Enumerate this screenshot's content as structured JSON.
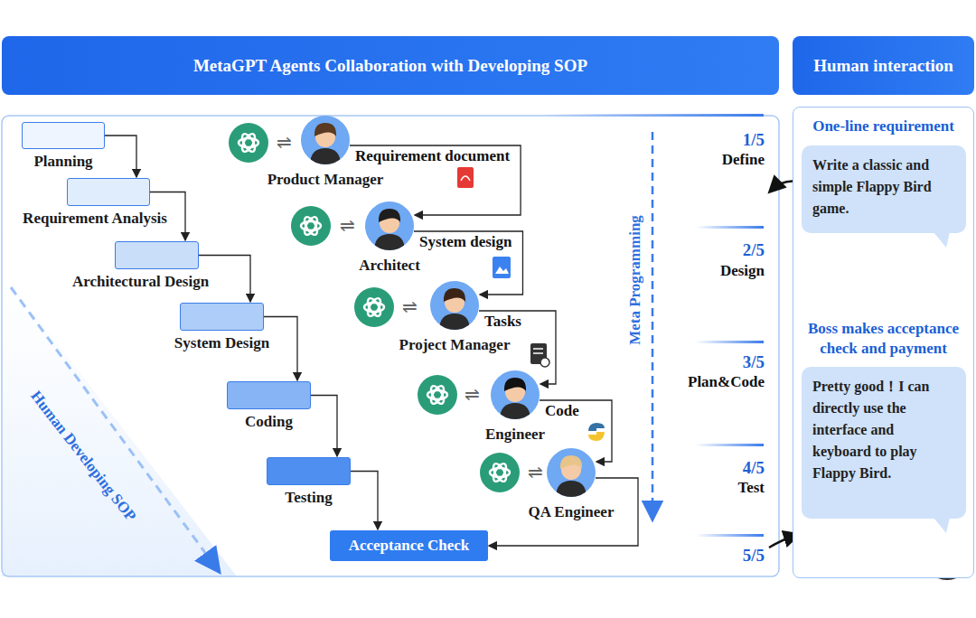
{
  "diagram": {
    "nodes": [
      {
        "text": [
          "MetaGPT Agents Collaboration with Developing SOP"
        ]
      },
      {
        "text": [
          "Human interaction"
        ]
      },
      {
        "text": [
          "One-line requirement",
          "Boss makes acceptance check and payment"
        ]
      },
      {
        "text": [
          "Write a classic and simple Flappy Bird game."
        ],
        "in": 2
      },
      {
        "text": [
          "Pretty good！I can directly use the interface and keyboard to play Flappy Bird."
        ],
        "in": 2
      },
      {
        "text": [
          "Planning"
        ]
      },
      {
        "text": [
          "Requirement Analysis"
        ]
      },
      {
        "text": [
          "Architectural Design"
        ]
      },
      {
        "text": [
          "System Design"
        ]
      },
      {
        "text": [
          "Coding"
        ]
      },
      {
        "text": [
          "Testing"
        ]
      },
      {
        "text": [
          "Acceptance Check"
        ]
      },
      {
        "text": [
          "Product Manager"
        ]
      },
      {
        "text": [
          "Architect"
        ]
      },
      {
        "text": [
          "Project Manager"
        ]
      },
      {
        "text": [
          "Engineer"
        ]
      },
      {
        "text": [
          "QA Engineer"
        ]
      }
    ],
    "edges": [
      {
        "from": 5,
        "to": 6,
        "arrow": "to"
      },
      {
        "from": 6,
        "to": 7,
        "arrow": "to"
      },
      {
        "from": 7,
        "to": 8,
        "arrow": "to"
      },
      {
        "from": 8,
        "to": 9,
        "arrow": "to"
      },
      {
        "from": 9,
        "to": 10,
        "arrow": "to"
      },
      {
        "from": 10,
        "to": 11,
        "arrow": "to"
      },
      {
        "from": 12,
        "to": 13,
        "label": "Requirement document",
        "arrow": "to"
      },
      {
        "from": 13,
        "to": 14,
        "label": "System design",
        "arrow": "to"
      },
      {
        "from": 14,
        "to": 15,
        "label": "Tasks",
        "arrow": "to"
      },
      {
        "from": 15,
        "to": 16,
        "label": "Code",
        "arrow": "to"
      },
      {
        "from": 16,
        "to": 11,
        "arrow": "to"
      }
    ],
    "labels": [
      "⇌",
      "⇌",
      "⇌",
      "⇌",
      "⇌",
      "1/5",
      "Define",
      "2/5",
      "Design",
      "3/5",
      "Plan&Code",
      "4/5",
      "Test",
      "5/5",
      "Meta Programming",
      "Human Developing SOP"
    ]
  }
}
